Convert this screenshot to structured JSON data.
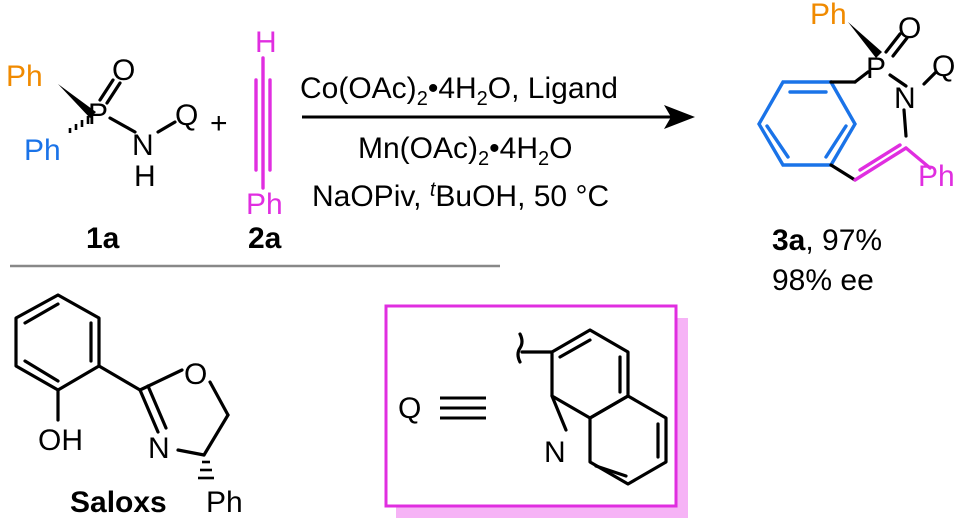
{
  "reactant1": {
    "label": "1a",
    "ph_top": "Ph",
    "ph_bottom": "Ph",
    "p": "P",
    "o": "O",
    "n": "N",
    "h": "H",
    "q": "Q",
    "plus": "+"
  },
  "reactant2": {
    "label": "2a",
    "h": "H",
    "ph": "Ph"
  },
  "conditions": {
    "line1": "Co(OAc)2•4H2O, Ligand",
    "line2": "Mn(OAc)2•4H2O",
    "line3_a": "NaOPiv, ",
    "line3_t": "t",
    "line3_b": "BuOH, 50 °C"
  },
  "product": {
    "label": "3a",
    "yield": ", 97%",
    "ee": "98% ee",
    "ph_top": "Ph",
    "ph_right": "Ph",
    "p": "P",
    "o": "O",
    "n": "N",
    "q": "Q"
  },
  "ligand": {
    "name": "Saloxs",
    "oh": "OH",
    "o": "O",
    "n": "N",
    "ph": "Ph"
  },
  "q_box": {
    "q": "Q",
    "n": "N"
  },
  "colors": {
    "orange": "#f08a00",
    "blue": "#1a73e8",
    "magenta": "#e02ee0",
    "box_shadow": "#f6b3f6"
  }
}
